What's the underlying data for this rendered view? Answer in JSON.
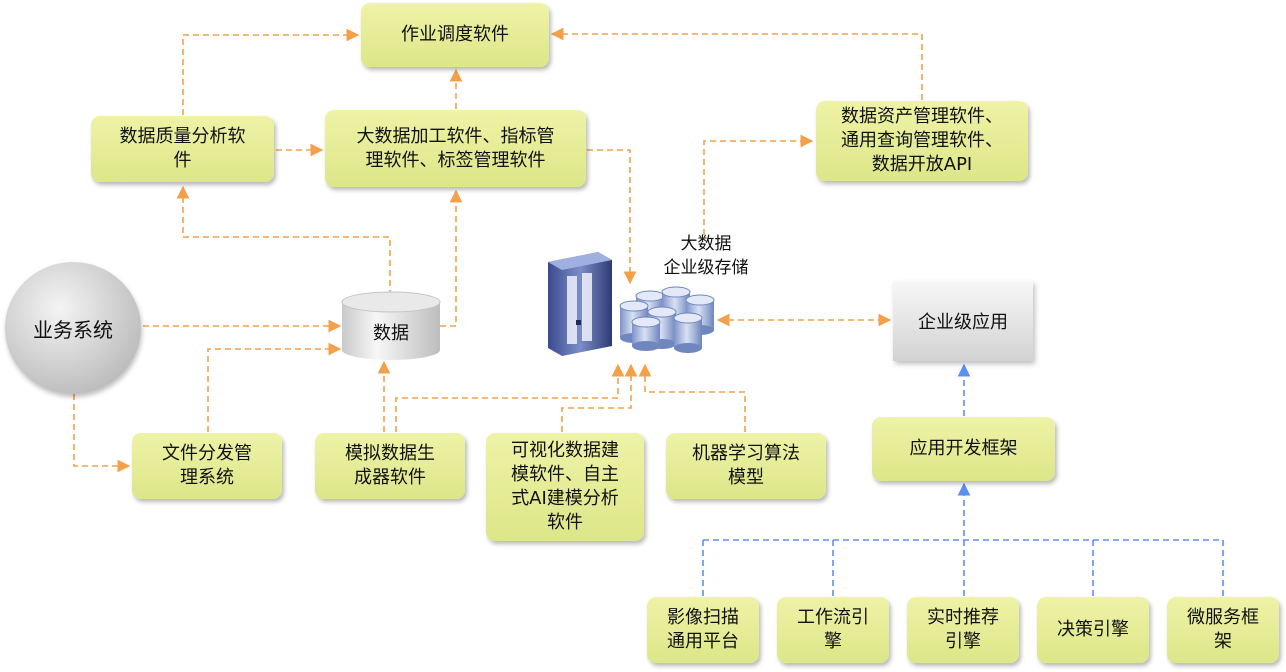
{
  "nodes": {
    "scheduler": "作业调度软件",
    "quality": "数据质量分析软\n件",
    "bigdata_proc": "大数据加工软件、指标管\n理软件、标签管理软件",
    "asset_mgmt": "数据资产管理软件、\n通用查询管理软件、\n数据开放API",
    "biz_system": "业务系统",
    "data": "数据",
    "storage": "大数据\n企业级存储",
    "enterprise_app": "企业级应用",
    "file_dist": "文件分发管\n理系统",
    "sim_gen": "模拟数据生\n成器软件",
    "visual_model": "可视化数据建\n模软件、自主\n式AI建模分析\n软件",
    "ml_model": "机器学习算法\n模型",
    "app_framework": "应用开发框架",
    "image_scan": "影像扫描\n通用平台",
    "workflow": "工作流引\n擎",
    "realtime_rec": "实时推荐\n引擎",
    "decision": "决策引擎",
    "microservice": "微服务框\n架"
  },
  "colors": {
    "orange_arrow": "#f4a04a",
    "blue_arrow": "#5b8ff0",
    "box_fill": "#e6ec98"
  }
}
